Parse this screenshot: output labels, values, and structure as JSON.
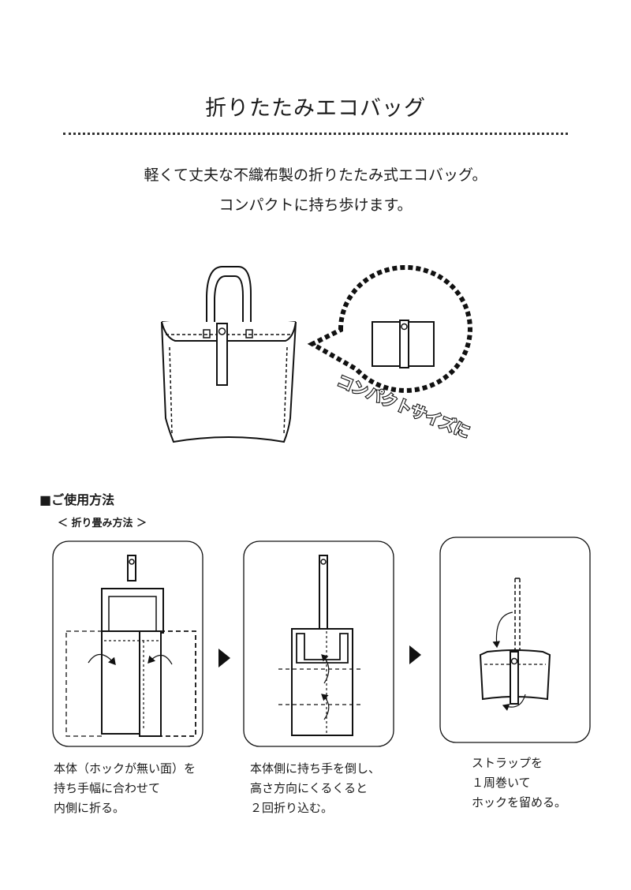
{
  "title": "折りたたみエコバッグ",
  "tagline": [
    "軽くて丈夫な不織布製の折りたたみ式エコバッグ。",
    "コンパクトに持ち歩けます。"
  ],
  "bubble_label": "コンパクトサイズに",
  "usage_heading": "■ご使用方法",
  "fold_heading": "＜ 折り畳み方法 ＞",
  "steps": [
    {
      "lines": [
        "本体（ホックが無い面）を",
        "持ち手幅に合わせて",
        "内側に折る。"
      ]
    },
    {
      "lines": [
        "本体側に持ち手を倒し、",
        "高さ方向にくるくると",
        "２回折り込む。"
      ]
    },
    {
      "lines": [
        "ストラップを",
        "１周巻いて",
        "ホックを留める。"
      ]
    }
  ]
}
